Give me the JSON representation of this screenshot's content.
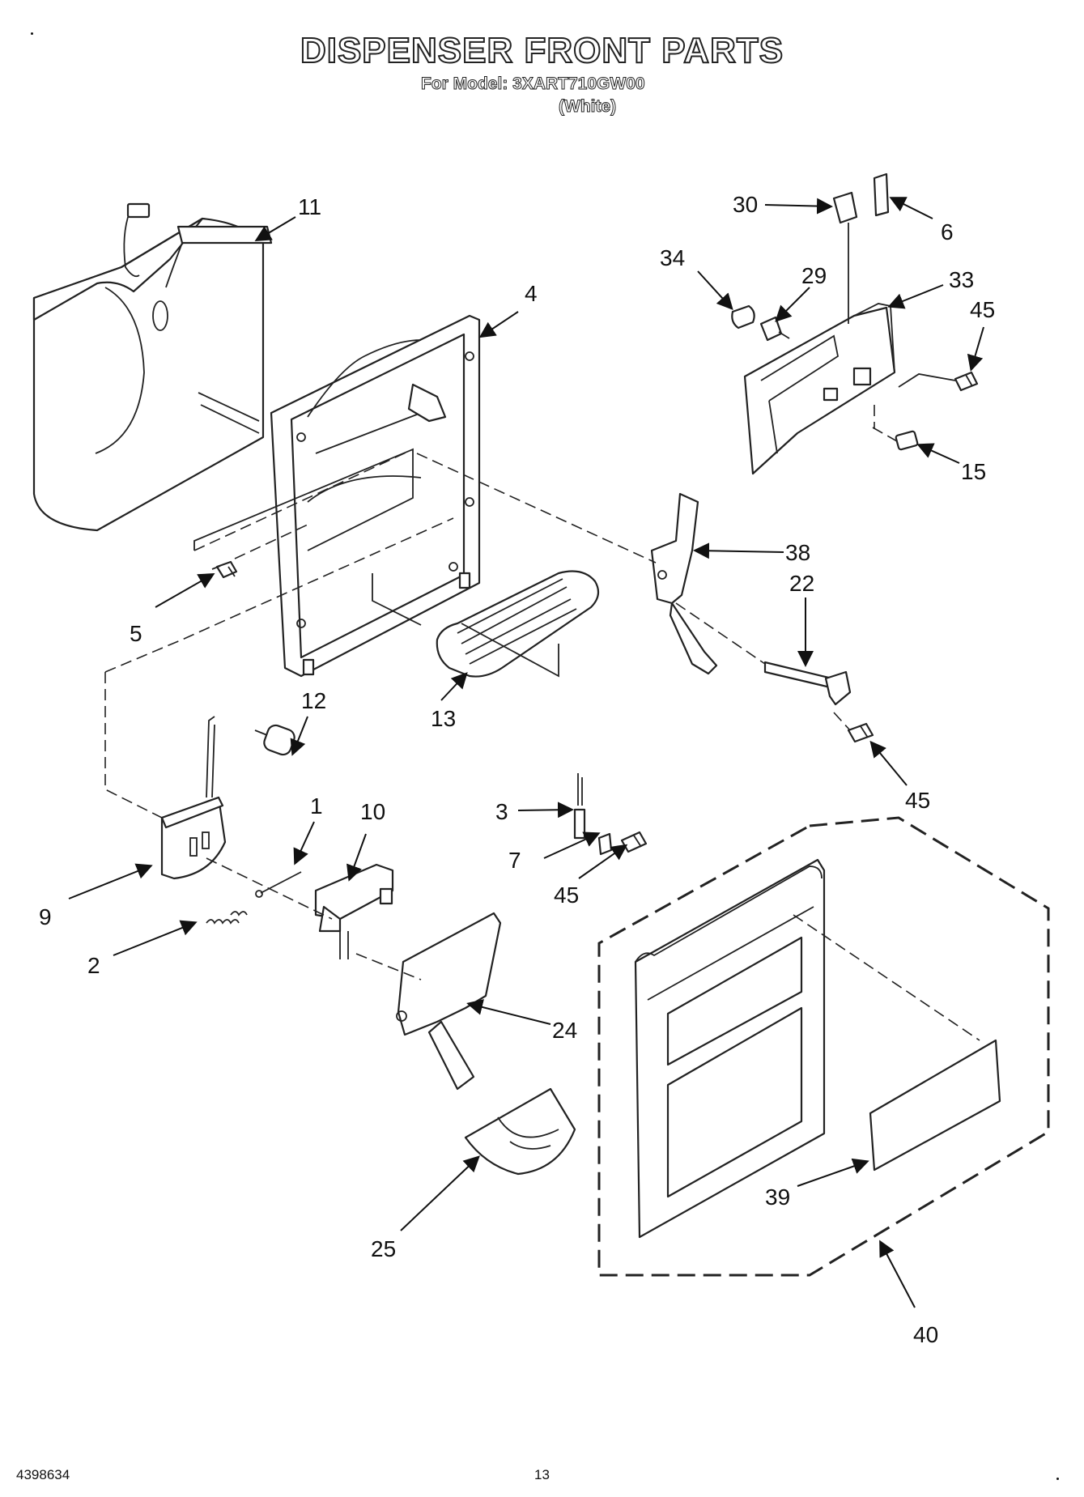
{
  "header": {
    "title": "DISPENSER FRONT PARTS",
    "model_line": "For Model: 3XART710GW00",
    "variant": "(White)"
  },
  "footer": {
    "document_number": "4398634",
    "page_number": "13"
  },
  "callouts": {
    "c11": "11",
    "c4": "4",
    "c5": "5",
    "c12": "12",
    "c13": "13",
    "c1": "1",
    "c10": "10",
    "c9": "9",
    "c2": "2",
    "c24": "24",
    "c25": "25",
    "c3": "3",
    "c7": "7",
    "c45a": "45",
    "c45b": "45",
    "c45c": "45",
    "c30": "30",
    "c6": "6",
    "c34": "34",
    "c29": "29",
    "c33": "33",
    "c15": "15",
    "c38": "38",
    "c22": "22",
    "c39": "39",
    "c40": "40"
  }
}
